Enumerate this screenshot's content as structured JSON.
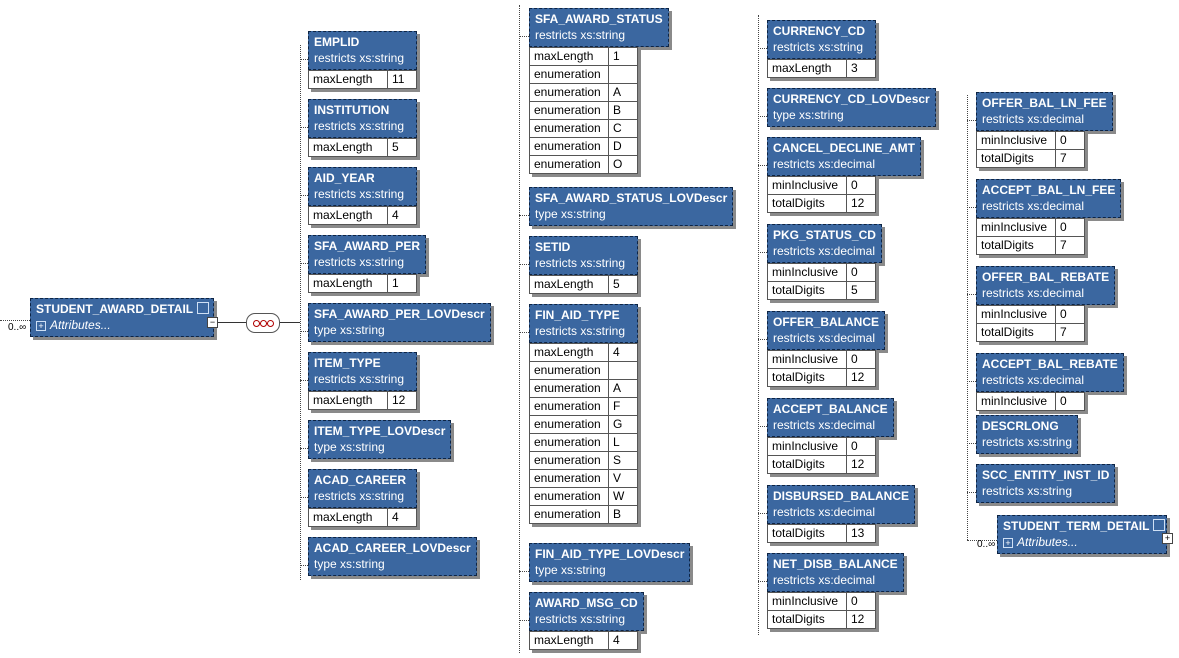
{
  "root": {
    "name": "STUDENT_AWARD_DETAIL",
    "attributes_label": "Attributes...",
    "occurrence": "0..∞"
  },
  "child": {
    "name": "STUDENT_TERM_DETAIL",
    "attributes_label": "Attributes...",
    "occurrence": "0..∞"
  },
  "columns": [
    [
      {
        "name": "EMPLID",
        "sub": "restricts  xs:string",
        "facets": [
          [
            "maxLength",
            "11"
          ]
        ]
      },
      {
        "name": "INSTITUTION",
        "sub": "restricts  xs:string",
        "facets": [
          [
            "maxLength",
            "5"
          ]
        ]
      },
      {
        "name": "AID_YEAR",
        "sub": "restricts  xs:string",
        "facets": [
          [
            "maxLength",
            "4"
          ]
        ]
      },
      {
        "name": "SFA_AWARD_PER",
        "sub": "restricts  xs:string",
        "facets": [
          [
            "maxLength",
            "1"
          ]
        ]
      },
      {
        "name": "SFA_AWARD_PER_LOVDescr",
        "sub": "type  xs:string",
        "facets": []
      },
      {
        "name": "ITEM_TYPE",
        "sub": "restricts  xs:string",
        "facets": [
          [
            "maxLength",
            "12"
          ]
        ]
      },
      {
        "name": "ITEM_TYPE_LOVDescr",
        "sub": "type  xs:string",
        "facets": []
      },
      {
        "name": "ACAD_CAREER",
        "sub": "restricts  xs:string",
        "facets": [
          [
            "maxLength",
            "4"
          ]
        ]
      },
      {
        "name": "ACAD_CAREER_LOVDescr",
        "sub": "type  xs:string",
        "facets": []
      }
    ],
    [
      {
        "name": "SFA_AWARD_STATUS",
        "sub": "restricts  xs:string",
        "facets": [
          [
            "maxLength",
            "1"
          ],
          [
            "enumeration",
            ""
          ],
          [
            "enumeration",
            "A"
          ],
          [
            "enumeration",
            "B"
          ],
          [
            "enumeration",
            "C"
          ],
          [
            "enumeration",
            "D"
          ],
          [
            "enumeration",
            "O"
          ]
        ]
      },
      {
        "name": "SFA_AWARD_STATUS_LOVDescr",
        "sub": "type  xs:string",
        "facets": []
      },
      {
        "name": "SETID",
        "sub": "restricts  xs:string",
        "facets": [
          [
            "maxLength",
            "5"
          ]
        ]
      },
      {
        "name": "FIN_AID_TYPE",
        "sub": "restricts  xs:string",
        "facets": [
          [
            "maxLength",
            "4"
          ],
          [
            "enumeration",
            ""
          ],
          [
            "enumeration",
            "A"
          ],
          [
            "enumeration",
            "F"
          ],
          [
            "enumeration",
            "G"
          ],
          [
            "enumeration",
            "L"
          ],
          [
            "enumeration",
            "S"
          ],
          [
            "enumeration",
            "V"
          ],
          [
            "enumeration",
            "W"
          ],
          [
            "enumeration",
            "B"
          ]
        ]
      },
      {
        "name": "FIN_AID_TYPE_LOVDescr",
        "sub": "type  xs:string",
        "facets": []
      },
      {
        "name": "AWARD_MSG_CD",
        "sub": "restricts  xs:string",
        "facets": [
          [
            "maxLength",
            "4"
          ]
        ]
      }
    ],
    [
      {
        "name": "CURRENCY_CD",
        "sub": "restricts  xs:string",
        "facets": [
          [
            "maxLength",
            "3"
          ]
        ]
      },
      {
        "name": "CURRENCY_CD_LOVDescr",
        "sub": "type  xs:string",
        "facets": []
      },
      {
        "name": "CANCEL_DECLINE_AMT",
        "sub": "restricts  xs:decimal",
        "facets": [
          [
            "minInclusive",
            "0"
          ],
          [
            "totalDigits",
            "12"
          ]
        ]
      },
      {
        "name": "PKG_STATUS_CD",
        "sub": "restricts  xs:decimal",
        "facets": [
          [
            "minInclusive",
            "0"
          ],
          [
            "totalDigits",
            "5"
          ]
        ]
      },
      {
        "name": "OFFER_BALANCE",
        "sub": "restricts  xs:decimal",
        "facets": [
          [
            "minInclusive",
            "0"
          ],
          [
            "totalDigits",
            "12"
          ]
        ]
      },
      {
        "name": "ACCEPT_BALANCE",
        "sub": "restricts  xs:decimal",
        "facets": [
          [
            "minInclusive",
            "0"
          ],
          [
            "totalDigits",
            "12"
          ]
        ]
      },
      {
        "name": "DISBURSED_BALANCE",
        "sub": "restricts  xs:decimal",
        "facets": [
          [
            "totalDigits",
            "13"
          ]
        ]
      },
      {
        "name": "NET_DISB_BALANCE",
        "sub": "restricts  xs:decimal",
        "facets": [
          [
            "minInclusive",
            "0"
          ],
          [
            "totalDigits",
            "12"
          ]
        ]
      }
    ],
    [
      {
        "name": "OFFER_BAL_LN_FEE",
        "sub": "restricts  xs:decimal",
        "facets": [
          [
            "minInclusive",
            "0"
          ],
          [
            "totalDigits",
            "7"
          ]
        ]
      },
      {
        "name": "ACCEPT_BAL_LN_FEE",
        "sub": "restricts  xs:decimal",
        "facets": [
          [
            "minInclusive",
            "0"
          ],
          [
            "totalDigits",
            "7"
          ]
        ]
      },
      {
        "name": "OFFER_BAL_REBATE",
        "sub": "restricts  xs:decimal",
        "facets": [
          [
            "minInclusive",
            "0"
          ],
          [
            "totalDigits",
            "7"
          ]
        ]
      },
      {
        "name": "ACCEPT_BAL_REBATE",
        "sub": "restricts  xs:decimal",
        "facets": [
          [
            "minInclusive",
            "0"
          ]
        ]
      },
      {
        "name": "DESCRLONG",
        "sub": "restricts  xs:string",
        "facets": []
      },
      {
        "name": "SCC_ENTITY_INST_ID",
        "sub": "restricts  xs:string",
        "facets": []
      }
    ]
  ]
}
